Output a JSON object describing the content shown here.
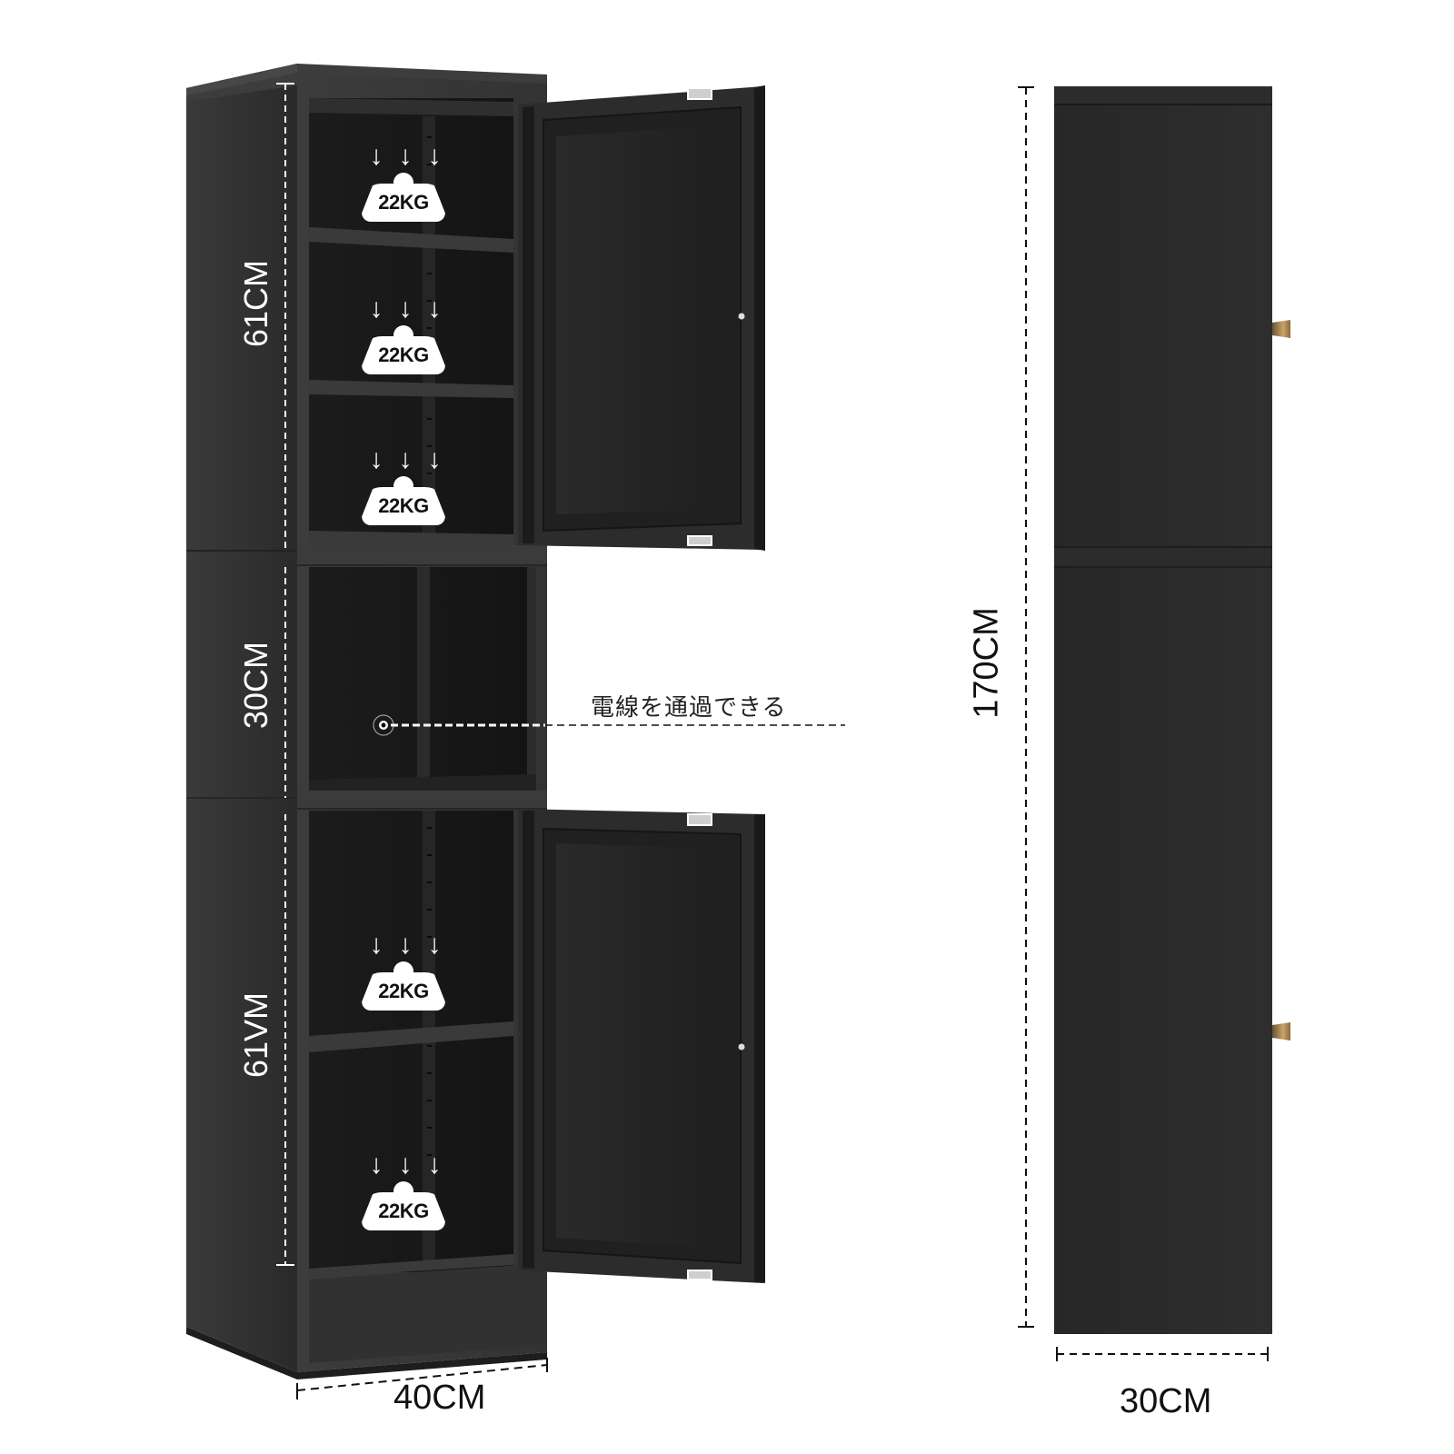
{
  "product": {
    "name": "tall-storage-cabinet",
    "color": "#2b2b2b",
    "accent_colors": {
      "body": "#2e2e2e",
      "interior": "#1a1a1a",
      "edge_highlight": "#4a4a4a",
      "hinge_plate": "#cfcfcf",
      "wall_bracket": "#a8874f",
      "dimension_line": "#111111",
      "dimension_line_on_dark": "#ffffff"
    }
  },
  "dimensions": {
    "upper_section_height": "61CM",
    "middle_section_height": "30CM",
    "lower_section_height": "61VM",
    "total_height": "170CM",
    "width": "40CM",
    "depth": "30CM"
  },
  "weight_badges": [
    {
      "label": "22KG",
      "icon": "down-arrows-weight-icon",
      "shelf": "upper-shelf-1"
    },
    {
      "label": "22KG",
      "icon": "down-arrows-weight-icon",
      "shelf": "upper-shelf-2"
    },
    {
      "label": "22KG",
      "icon": "down-arrows-weight-icon",
      "shelf": "upper-shelf-3"
    },
    {
      "label": "22KG",
      "icon": "down-arrows-weight-icon",
      "shelf": "lower-shelf-1"
    },
    {
      "label": "22KG",
      "icon": "down-arrows-weight-icon",
      "shelf": "lower-shelf-2"
    }
  ],
  "annotations": {
    "cable_hole_note": "電線を通過できる",
    "arrow_glyph": "↓"
  }
}
